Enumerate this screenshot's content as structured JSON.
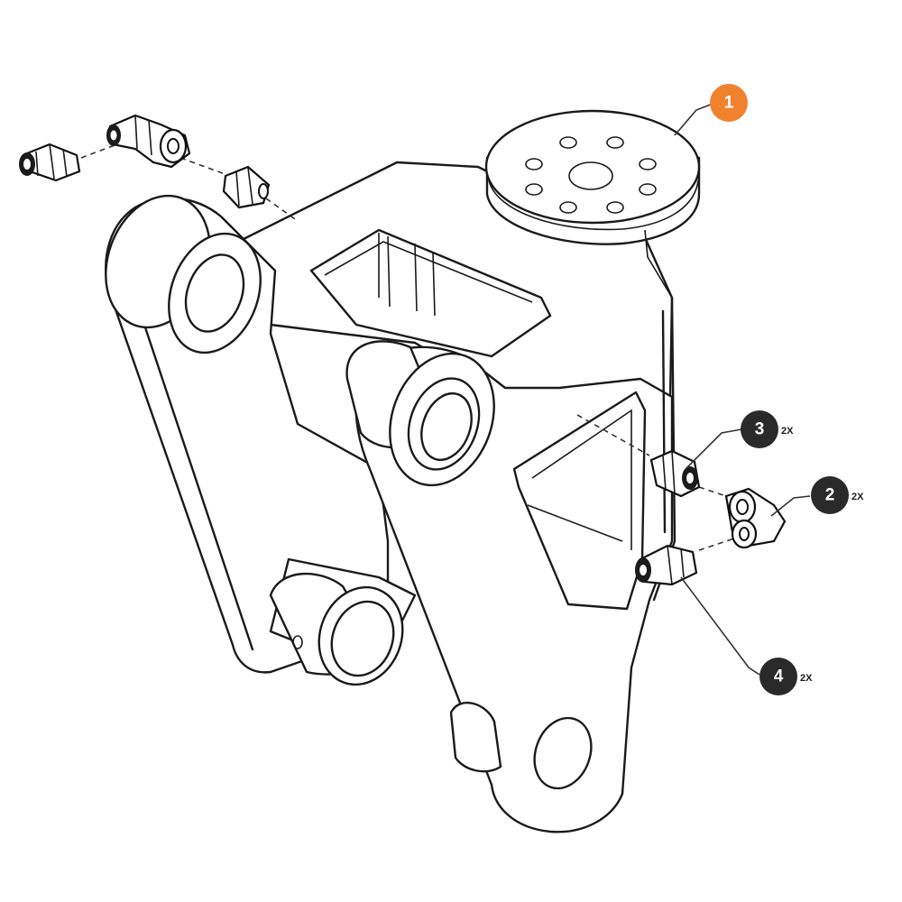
{
  "callouts": [
    {
      "id": "1",
      "number": "1",
      "qty": "",
      "color": "#f0822e"
    },
    {
      "id": "2",
      "number": "2",
      "qty": "2X",
      "color": "#2a2a2a"
    },
    {
      "id": "3",
      "number": "3",
      "qty": "2X",
      "color": "#2a2a2a"
    },
    {
      "id": "4",
      "number": "4",
      "qty": "2X",
      "color": "#2a2a2a"
    }
  ]
}
